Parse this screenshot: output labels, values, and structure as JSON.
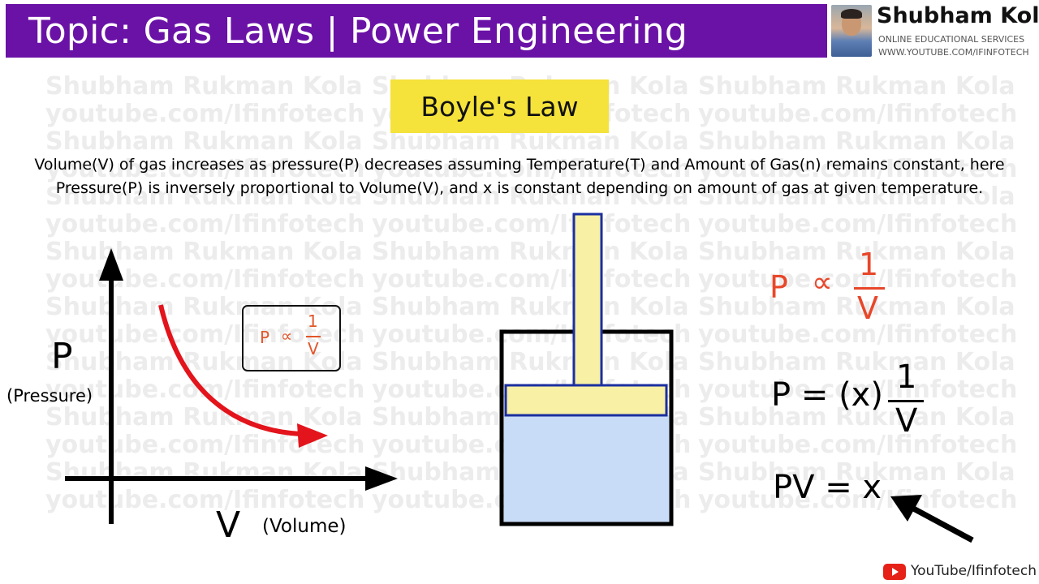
{
  "header": {
    "title": "Topic: Gas Laws | Power Engineering",
    "brand_name": "Shubham Kola",
    "brand_tagline": "ONLINE EDUCATIONAL SERVICES",
    "brand_url": "WWW.YOUTUBE.COM/IFINFOTECH"
  },
  "watermark": {
    "line1": "Shubham Rukman Kola",
    "line2": "youtube.com/Ifinfotech"
  },
  "law_title": "Boyle's Law",
  "description": {
    "line1": "Volume(V) of gas increases as pressure(P) decreases assuming Temperature(T) and Amount of Gas(n) remains constant, here",
    "line2": "Pressure(P) is inversely proportional to Volume(V), and x is constant depending on amount of gas at given temperature."
  },
  "graph": {
    "y_symbol": "P",
    "y_word": "(Pressure)",
    "x_symbol": "V",
    "x_word": "(Volume)",
    "curve_color": "#e3141b",
    "box_formula": {
      "lhs": "P",
      "relation": "∝",
      "numerator": "1",
      "denominator": "V"
    }
  },
  "cylinder": {
    "gas_color": "#c9dcf7",
    "piston_color": "#f8f0a4",
    "piston_outline": "#1b2fa0"
  },
  "formulas": {
    "proportional": {
      "lhs": "P",
      "relation": "∝",
      "numerator": "1",
      "denominator": "V",
      "color": "#e8472a"
    },
    "equation": {
      "lhs": "P = (x)",
      "numerator": "1",
      "denominator": "V"
    },
    "product": "PV = x"
  },
  "footer": {
    "youtube_label": "YouTube/Ifinfotech",
    "youtube_color": "#e62117"
  }
}
